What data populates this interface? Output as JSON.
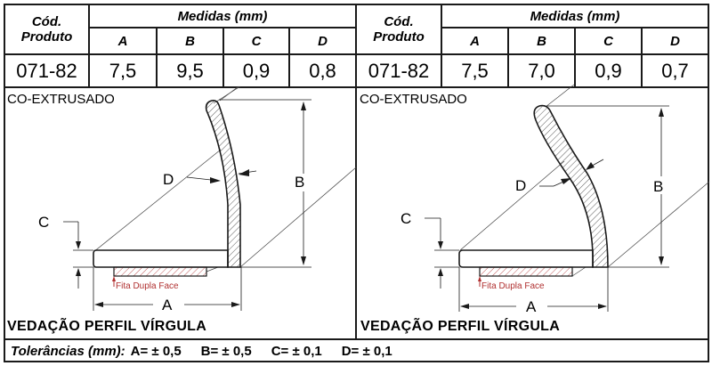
{
  "panels": [
    {
      "header": {
        "code_label_line1": "Cód.",
        "code_label_line2": "Produto",
        "measures_label": "Medidas (mm)",
        "columns": [
          "A",
          "B",
          "C",
          "D"
        ]
      },
      "row": {
        "code": "071-82",
        "values": [
          "7,5",
          "9,5",
          "0,9",
          "0,8"
        ]
      },
      "drawing": {
        "process_label": "CO-EXTRUSADO",
        "dim_labels": {
          "A": "A",
          "B": "B",
          "C": "C",
          "D": "D"
        },
        "tape_label": "Fita Dupla Face",
        "title": "VEDAÇÃO PERFIL VÍRGULA"
      }
    },
    {
      "header": {
        "code_label_line1": "Cód.",
        "code_label_line2": "Produto",
        "measures_label": "Medidas (mm)",
        "columns": [
          "A",
          "B",
          "C",
          "D"
        ]
      },
      "row": {
        "code": "071-82",
        "values": [
          "7,5",
          "7,0",
          "0,9",
          "0,7"
        ]
      },
      "drawing": {
        "process_label": "CO-EXTRUSADO",
        "dim_labels": {
          "A": "A",
          "B": "B",
          "C": "C",
          "D": "D"
        },
        "tape_label": "Fita Dupla Face",
        "title": "VEDAÇÃO PERFIL VÍRGULA"
      }
    }
  ],
  "tolerances": {
    "label": "Tolerâncias (mm):",
    "items": [
      "A= ± 0,5",
      "B= ± 0,5",
      "C= ± 0,1",
      "D= ± 0,1"
    ]
  },
  "colors": {
    "line": "#1a1a1a",
    "tape_hatch": "#b03030",
    "tape_text": "#b03030"
  }
}
